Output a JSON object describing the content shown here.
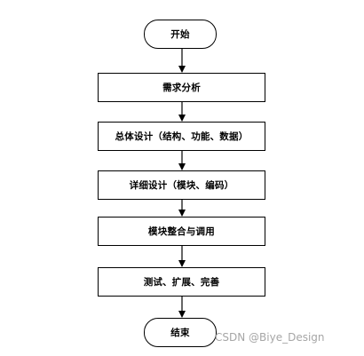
{
  "flowchart": {
    "start": "开始",
    "steps": [
      "需求分析",
      "总体设计（结构、功能、数据）",
      "详细设计（模块、编码）",
      "模块整合与调用",
      "测试、扩展、完善"
    ],
    "end": "结束"
  },
  "watermark": "CSDN @Biye_Design",
  "colors": {
    "stroke": "#000000",
    "background": "#ffffff",
    "watermark": "#a6a6a6"
  }
}
